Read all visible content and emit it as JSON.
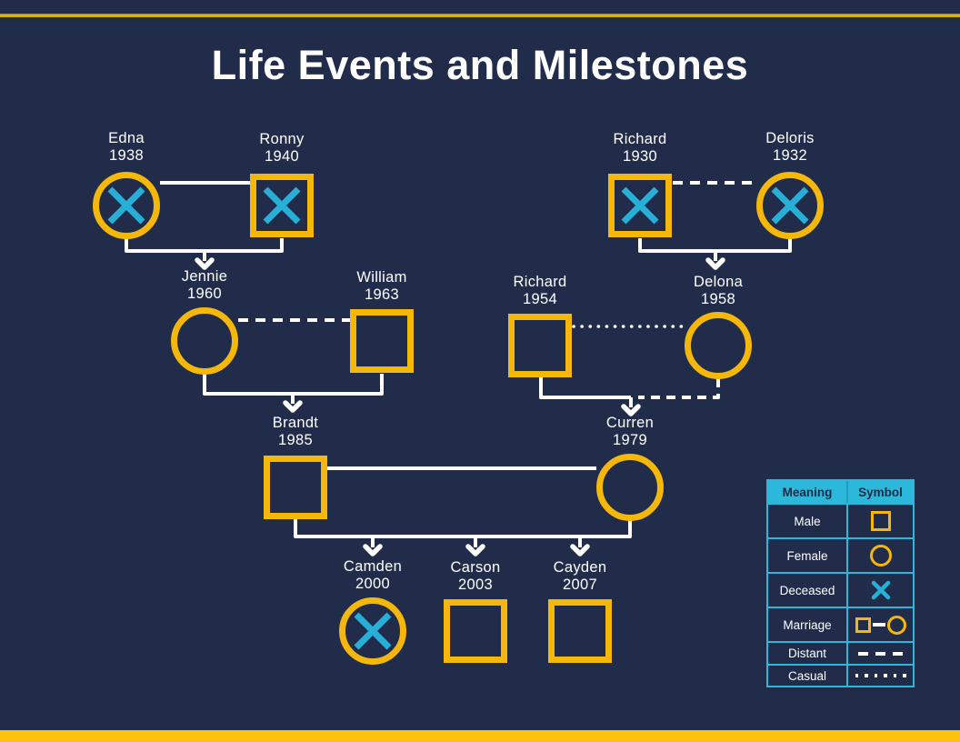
{
  "title": "Life Events and Milestones",
  "colors": {
    "background": "#212C4A",
    "gold": "#F4B70A",
    "bottom_bar": "#FFC30B",
    "cyan": "#2BB8DA",
    "line_white": "#FFFFFF"
  },
  "tree": {
    "people": [
      {
        "name": "Edna",
        "year": "1938",
        "sex": "female",
        "deceased": true
      },
      {
        "name": "Ronny",
        "year": "1940",
        "sex": "male",
        "deceased": true
      },
      {
        "name": "Richard",
        "year": "1930",
        "sex": "male",
        "deceased": true
      },
      {
        "name": "Deloris",
        "year": "1932",
        "sex": "female",
        "deceased": true
      },
      {
        "name": "Jennie",
        "year": "1960",
        "sex": "female",
        "deceased": false
      },
      {
        "name": "William",
        "year": "1963",
        "sex": "male",
        "deceased": false
      },
      {
        "name": "Richard",
        "year": "1954",
        "sex": "male",
        "deceased": false
      },
      {
        "name": "Delona",
        "year": "1958",
        "sex": "female",
        "deceased": false
      },
      {
        "name": "Brandt",
        "year": "1985",
        "sex": "male",
        "deceased": false
      },
      {
        "name": "Curren",
        "year": "1979",
        "sex": "female",
        "deceased": false
      },
      {
        "name": "Camden",
        "year": "2000",
        "sex": "female",
        "deceased": true
      },
      {
        "name": "Carson",
        "year": "2003",
        "sex": "male",
        "deceased": false
      },
      {
        "name": "Cayden",
        "year": "2007",
        "sex": "male",
        "deceased": false
      }
    ],
    "relationships": [
      {
        "between": [
          "Edna 1938",
          "Ronny 1940"
        ],
        "type": "marriage",
        "children": [
          "Jennie 1960"
        ]
      },
      {
        "between": [
          "Richard 1930",
          "Deloris 1932"
        ],
        "type": "distant",
        "children": [
          "Delona 1958"
        ]
      },
      {
        "between": [
          "Jennie 1960",
          "William 1963"
        ],
        "type": "distant",
        "children": [
          "Brandt 1985"
        ]
      },
      {
        "between": [
          "Richard 1954",
          "Delona 1958"
        ],
        "type": "casual",
        "children": [
          "Curren 1979"
        ]
      },
      {
        "between": [
          "Brandt 1985",
          "Curren 1979"
        ],
        "type": "marriage",
        "children": [
          "Camden 2000",
          "Carson 2003",
          "Cayden 2007"
        ]
      }
    ]
  },
  "legend": {
    "headers": {
      "meaning": "Meaning",
      "symbol": "Symbol"
    },
    "rows": [
      {
        "meaning": "Male",
        "symbol": "square-icon"
      },
      {
        "meaning": "Female",
        "symbol": "circle-icon"
      },
      {
        "meaning": "Deceased",
        "symbol": "x-icon"
      },
      {
        "meaning": "Marriage",
        "symbol": "square-line-circle-icon"
      },
      {
        "meaning": "Distant",
        "symbol": "dashed-line-icon"
      },
      {
        "meaning": "Casual",
        "symbol": "dotted-line-icon"
      }
    ]
  }
}
